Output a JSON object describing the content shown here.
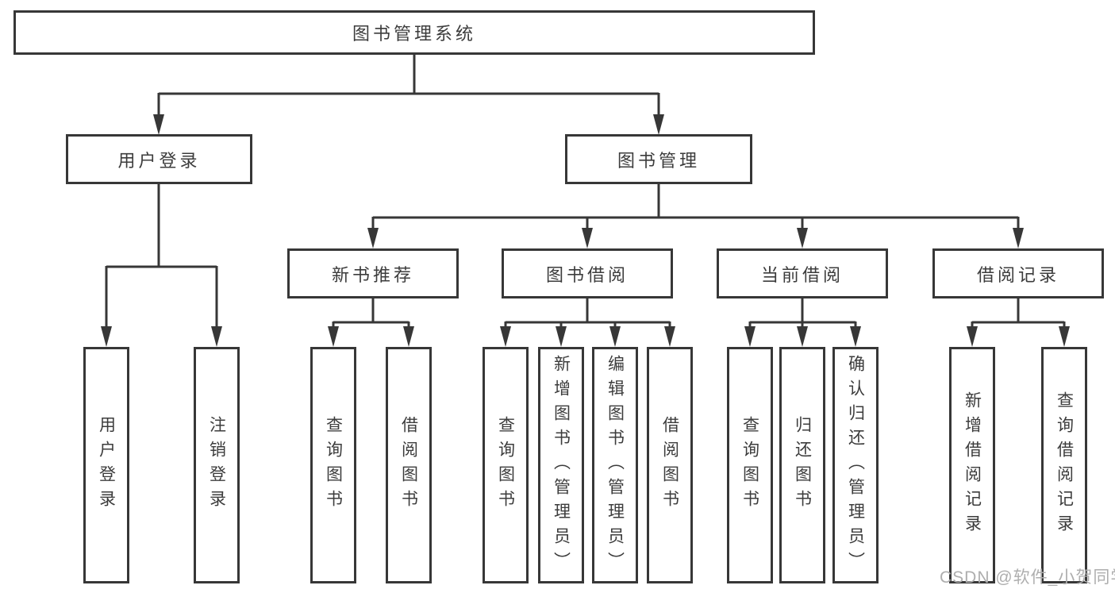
{
  "nodes": {
    "root": "图书管理系统",
    "user_login": "用户登录",
    "book_mgmt": "图书管理",
    "new_books": "新书推荐",
    "book_borrow": "图书借阅",
    "current_borrow": "当前借阅",
    "borrow_records": "借阅记录",
    "user_login_leaf": "用户登录",
    "logout_leaf": "注销登录",
    "nb_query": "查询图书",
    "nb_borrow": "借阅图书",
    "bb_query": "查询图书",
    "bb_add": "新增图书（管理员）",
    "bb_edit": "编辑图书（管理员）",
    "bb_borrow": "借阅图书",
    "cb_query": "查询图书",
    "cb_return": "归还图书",
    "cb_confirm": "确认归还（管理员）",
    "br_add": "新增借阅记录",
    "br_query": "查询借阅记录"
  },
  "hierarchy": {
    "图书管理系统": {
      "用户登录": [
        "用户登录",
        "注销登录"
      ],
      "图书管理": {
        "新书推荐": [
          "查询图书",
          "借阅图书"
        ],
        "图书借阅": [
          "查询图书",
          "新增图书（管理员）",
          "编辑图书（管理员）",
          "借阅图书"
        ],
        "当前借阅": [
          "查询图书",
          "归还图书",
          "确认归还（管理员）"
        ],
        "借阅记录": [
          "新增借阅记录",
          "查询借阅记录"
        ]
      }
    }
  },
  "colors": {
    "line": "#373737",
    "text": "#3c3c3c",
    "box_fill": "#ffffff",
    "watermark": "#aeaeae"
  },
  "watermark": "CSDN @软件_小贺同学"
}
